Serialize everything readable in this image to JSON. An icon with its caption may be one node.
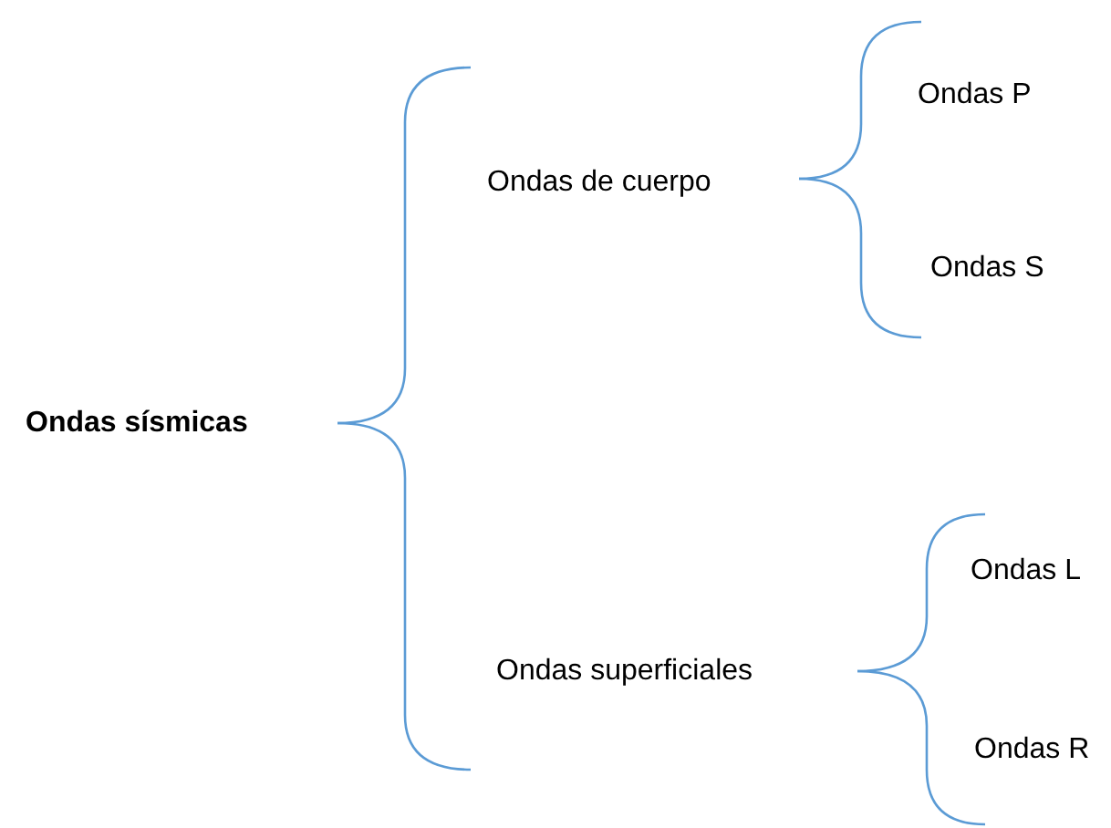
{
  "diagram": {
    "nodes": [
      {
        "text": [
          "Ondas sísmicas"
        ]
      },
      {
        "text": [
          "Ondas de cuerpo"
        ]
      },
      {
        "text": [
          "Ondas P"
        ]
      },
      {
        "text": [
          "Ondas S"
        ]
      },
      {
        "text": [
          "Ondas superficiales"
        ]
      },
      {
        "text": [
          "Ondas L"
        ]
      },
      {
        "text": [
          "Ondas R"
        ]
      }
    ],
    "edges": [
      {
        "from": 0,
        "to": 1,
        "arrow": "none"
      },
      {
        "from": 0,
        "to": 4,
        "arrow": "none"
      },
      {
        "from": 1,
        "to": 2,
        "arrow": "none"
      },
      {
        "from": 1,
        "to": 3,
        "arrow": "none"
      },
      {
        "from": 4,
        "to": 5,
        "arrow": "none"
      },
      {
        "from": 4,
        "to": 6,
        "arrow": "none"
      }
    ]
  }
}
